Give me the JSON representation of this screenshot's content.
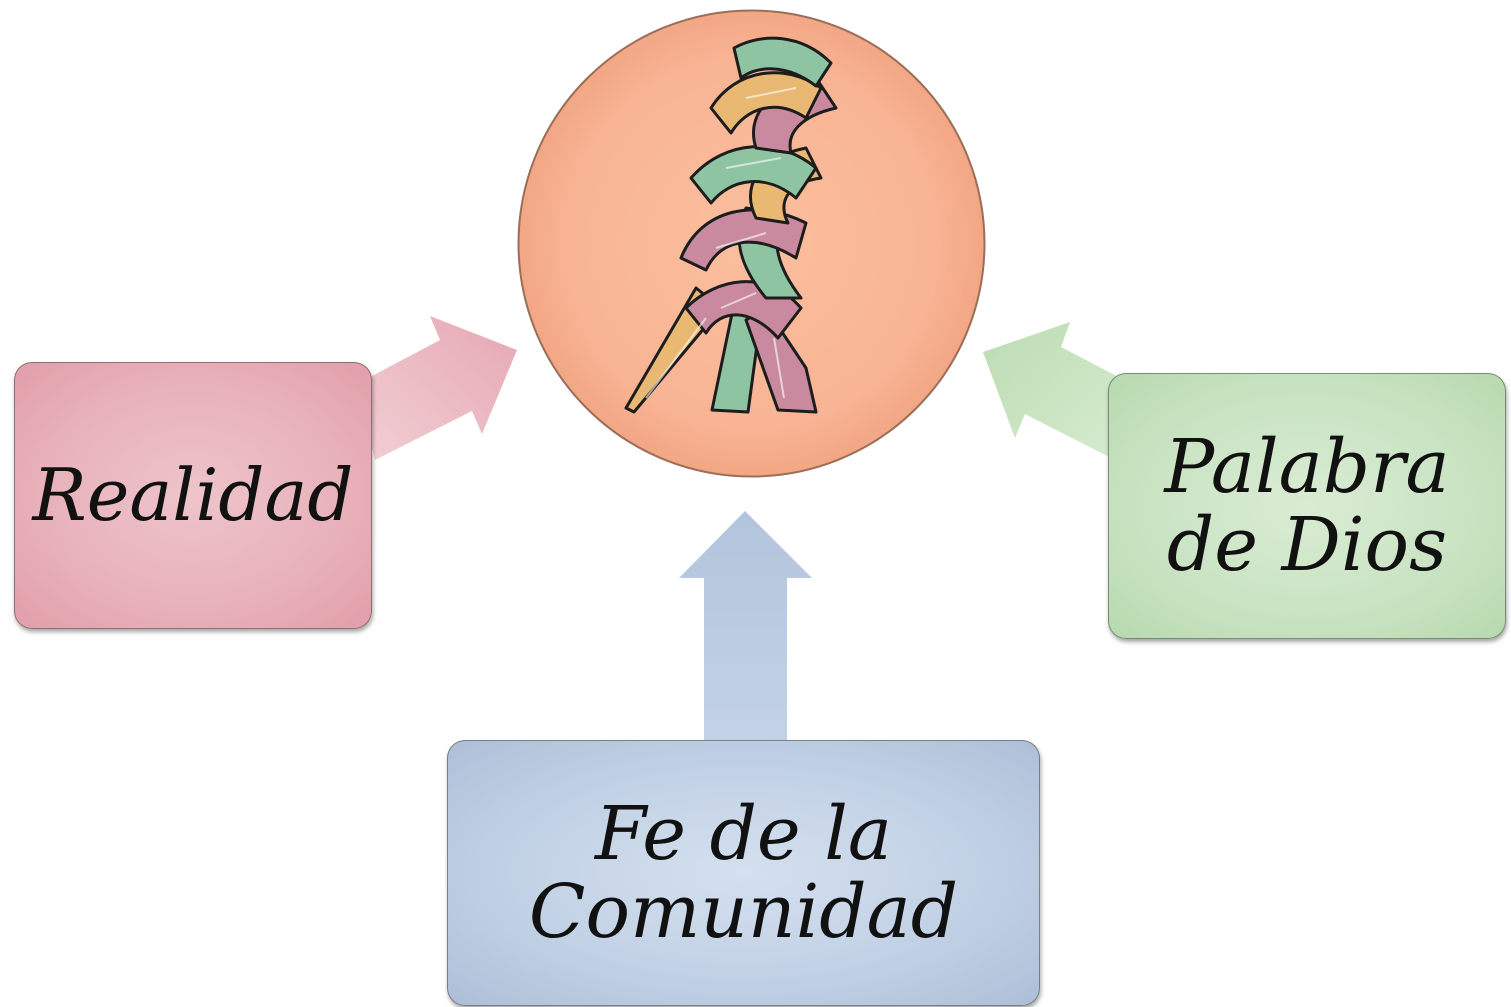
{
  "diagram": {
    "center": {
      "image": "braided-cord-illustration",
      "strand_colors": [
        "#e9b872",
        "#c98aa0",
        "#8fc4a2"
      ],
      "background_color": "#f8b697"
    },
    "nodes": [
      {
        "id": "realidad",
        "label": "Realidad",
        "color": "#e8b1ba"
      },
      {
        "id": "palabra",
        "label": "Palabra\nde Dios",
        "color": "#c9e3c2"
      },
      {
        "id": "fe",
        "label": "Fe de la\nComunidad",
        "color": "#c0d0e4"
      }
    ],
    "arrows": [
      {
        "from": "realidad",
        "to": "center",
        "color": "#e8b1ba"
      },
      {
        "from": "palabra",
        "to": "center",
        "color": "#c9e3c2"
      },
      {
        "from": "fe",
        "to": "center",
        "color": "#c0d0e4"
      }
    ]
  }
}
